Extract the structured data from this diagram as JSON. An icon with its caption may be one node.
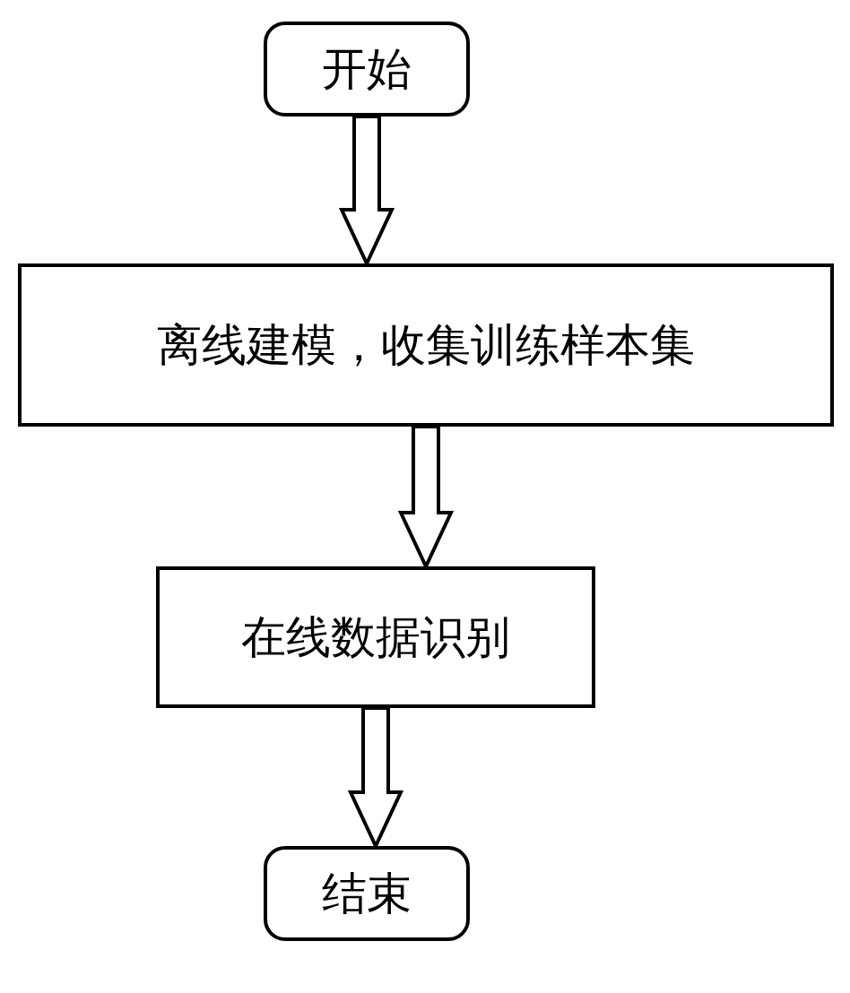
{
  "diagram": {
    "nodes": [
      {
        "text": [
          "开始"
        ]
      },
      {
        "text": [
          "离线建模，收集训练样本集"
        ]
      },
      {
        "text": [
          "在线数据识别"
        ]
      },
      {
        "text": [
          "结束"
        ]
      }
    ],
    "edges": [
      {
        "from": 0,
        "to": 1,
        "arrow": "to"
      },
      {
        "from": 1,
        "to": 2,
        "arrow": "to"
      },
      {
        "from": 2,
        "to": 3,
        "arrow": "to"
      }
    ]
  }
}
